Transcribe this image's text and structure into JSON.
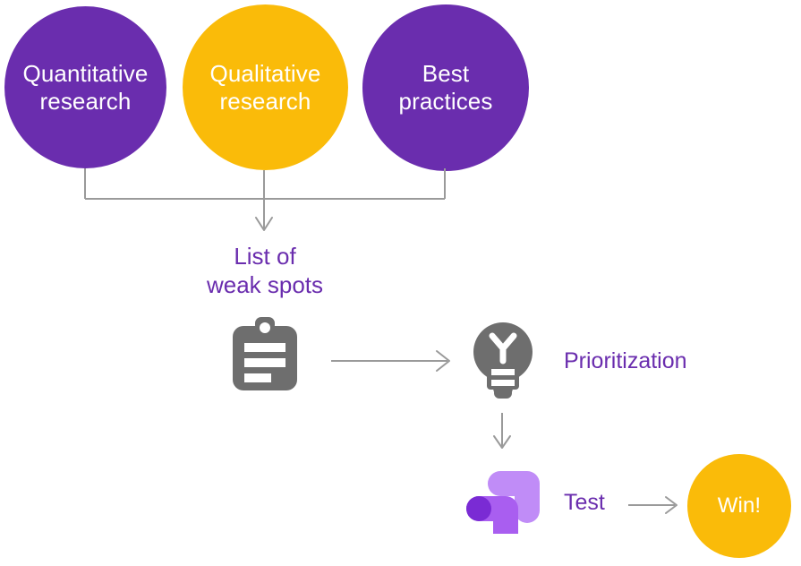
{
  "diagram": {
    "title": "Research to prioritization to test workflow",
    "colors": {
      "purple": "#6a2dae",
      "orange": "#fabb09",
      "gray": "#6e6e6e",
      "line": "#9a9a9a",
      "logo_dark_purple": "#7a2bd4",
      "logo_mid_purple": "#a95ef0",
      "logo_light_purple": "#c08cf7",
      "white": "#ffffff"
    },
    "sources": [
      {
        "id": "quantitative",
        "label": "Quantitative\nresearch",
        "fill": "#6a2dae",
        "text_color": "#ffffff"
      },
      {
        "id": "qualitative",
        "label": "Qualitative\nresearch",
        "fill": "#fabb09",
        "text_color": "#ffffff"
      },
      {
        "id": "best-practices",
        "label": "Best\npractices",
        "fill": "#6a2dae",
        "text_color": "#ffffff"
      }
    ],
    "merge_label": "List of\nweak spots",
    "steps": [
      {
        "id": "weak-spots-list",
        "icon": "clipboard-icon",
        "label": ""
      },
      {
        "id": "prioritization",
        "icon": "lightbulb-icon",
        "label": "Prioritization"
      },
      {
        "id": "test",
        "icon": "optimizely-logo-icon",
        "label": "Test"
      }
    ],
    "outcome": {
      "id": "win",
      "label": "Win!",
      "fill": "#fabb09",
      "text_color": "#ffffff"
    },
    "connectors": [
      {
        "id": "sources-to-list",
        "type": "bracket-down-arrow"
      },
      {
        "id": "list-to-prioritization",
        "type": "horizontal-arrow-right"
      },
      {
        "id": "prioritization-to-test",
        "type": "vertical-arrow-down"
      },
      {
        "id": "test-to-win",
        "type": "horizontal-arrow-right"
      }
    ]
  }
}
